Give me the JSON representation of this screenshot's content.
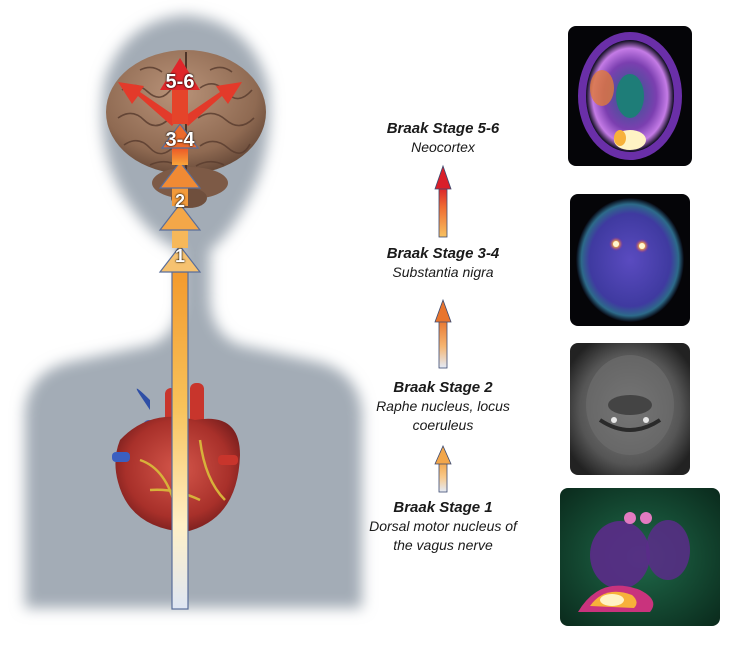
{
  "body_labels": {
    "stage_5_6": "5-6",
    "stage_3_4": "3-4",
    "stage_2": "2",
    "stage_1": "1"
  },
  "stages": [
    {
      "title": "Braak Stage 5-6",
      "region": "Neocortex"
    },
    {
      "title": "Braak Stage 3-4",
      "region": "Substantia nigra"
    },
    {
      "title": "Braak Stage 2",
      "region": "Raphe nucleus, locus coeruleus"
    },
    {
      "title": "Braak Stage 1",
      "region": "Dorsal motor nucleus of the vagus nerve"
    }
  ],
  "scans": [
    {
      "icon": "brain-pet-axial-scan"
    },
    {
      "icon": "dat-spect-scan"
    },
    {
      "icon": "neuromelanin-mri-scan"
    },
    {
      "icon": "cardiac-mibg-scan"
    }
  ],
  "colors": {
    "silhouette": "#9aa3ad",
    "arrow_low": "#dfe8f5",
    "arrow_mid": "#f7b24a",
    "arrow_high": "#e0262a",
    "brain": "#a27a5e",
    "heart": "#b23a2e"
  }
}
